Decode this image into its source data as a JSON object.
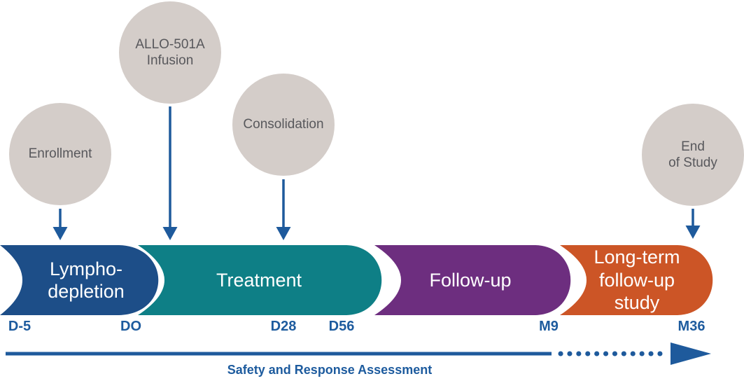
{
  "colors": {
    "phase_lympho_depletion": "#1d4e88",
    "phase_treatment": "#0e7f86",
    "phase_followup": "#6d2e7f",
    "phase_longterm": "#cc5526",
    "milestone_circle_fill": "#d4cdc9",
    "milestone_text": "#58585c",
    "arrow_blue": "#1e5a9c",
    "timeline_text_blue": "#1d5b9e",
    "phase_text": "#ffffff"
  },
  "milestones": [
    {
      "id": "enrollment",
      "lines": [
        "Enrollment"
      ]
    },
    {
      "id": "allo-501a-infusion",
      "lines": [
        "ALLO-501A",
        "Infusion"
      ]
    },
    {
      "id": "consolidation",
      "lines": [
        "Consolidation"
      ]
    },
    {
      "id": "end-of-study",
      "lines": [
        "End",
        "of Study"
      ]
    }
  ],
  "phases": [
    {
      "id": "lympho-depletion",
      "lines": [
        "Lympho-",
        "depletion"
      ]
    },
    {
      "id": "treatment",
      "lines": [
        "Treatment"
      ]
    },
    {
      "id": "follow-up",
      "lines": [
        "Follow-up"
      ]
    },
    {
      "id": "long-term-follow-up-study",
      "lines": [
        "Long-term",
        "follow-up",
        "study"
      ]
    }
  ],
  "timeline": {
    "labels": [
      "D-5",
      "DO",
      "D28",
      "D56",
      "M9",
      "M36"
    ]
  },
  "assessment": {
    "label": "Safety and Response Assessment"
  }
}
